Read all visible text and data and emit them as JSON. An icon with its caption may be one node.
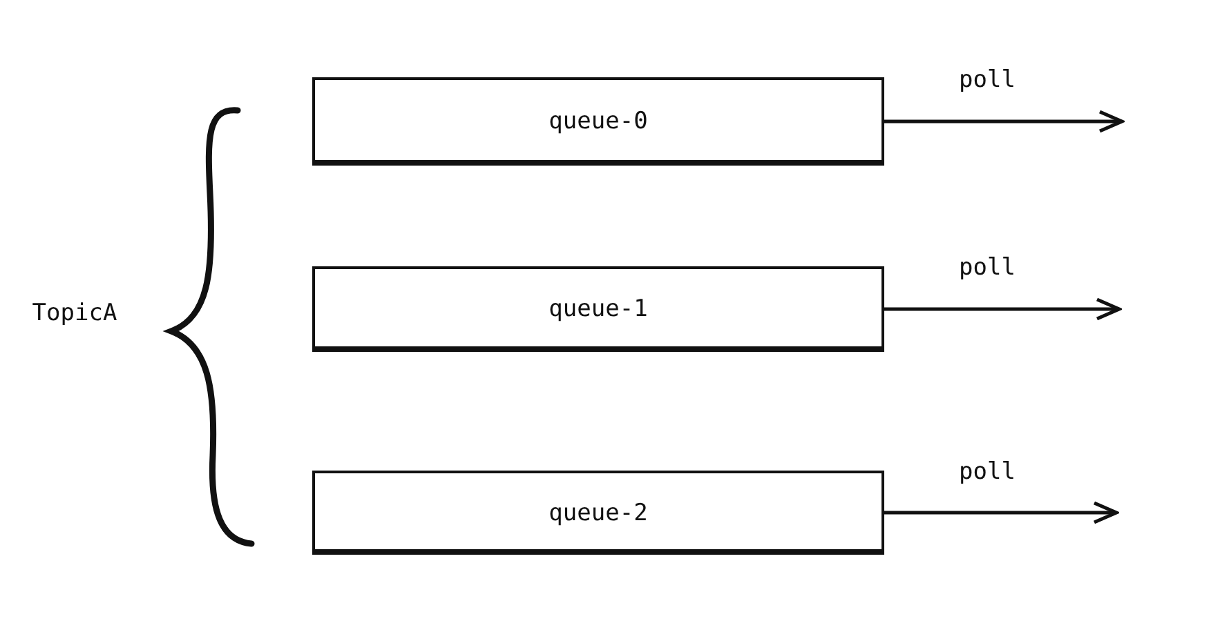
{
  "diagram": {
    "nodes": [
      {
        "text": [
          "TopicA"
        ]
      },
      {
        "text": [
          "queue-0"
        ]
      },
      {
        "text": [
          "queue-1"
        ]
      },
      {
        "text": [
          "queue-2"
        ]
      }
    ],
    "edges": [
      {
        "from": 1,
        "to": null,
        "arrow": "to",
        "label": "poll"
      },
      {
        "from": 2,
        "to": null,
        "arrow": "to",
        "label": "poll"
      },
      {
        "from": 3,
        "to": null,
        "arrow": "to",
        "label": "poll"
      }
    ]
  }
}
